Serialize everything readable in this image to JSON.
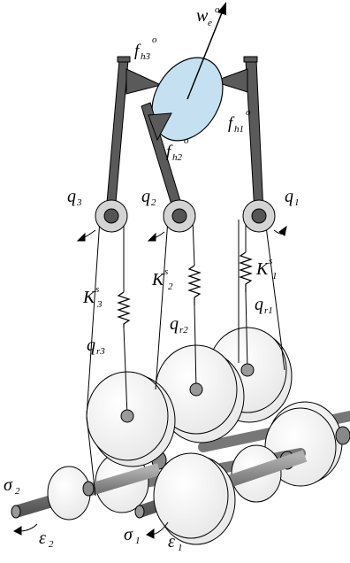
{
  "labels": {
    "we": {
      "base": "w",
      "sub": "e",
      "sup": "o"
    },
    "fh3": {
      "base": "f",
      "sub": "h3",
      "sup": "o"
    },
    "fh1": {
      "base": "f",
      "sub": "h1",
      "sup": "o"
    },
    "fh2": {
      "base": "f",
      "sub": "h2",
      "sup": "o"
    },
    "q3": {
      "base": "q",
      "sub": "3"
    },
    "q2": {
      "base": "q",
      "sub": "2"
    },
    "q1": {
      "base": "q",
      "sub": "1"
    },
    "ks3": {
      "base": "K",
      "sup": "s",
      "sub": "3"
    },
    "ks2": {
      "base": "K",
      "sup": "s",
      "sub": "2"
    },
    "ks1": {
      "base": "K",
      "sup": "s",
      "sub": "1"
    },
    "qr3": {
      "base": "q",
      "sub": "r3"
    },
    "qr2": {
      "base": "q",
      "sub": "r2"
    },
    "qr1": {
      "base": "q",
      "sub": "r1"
    },
    "sigma2": {
      "base": "σ",
      "sub": "2"
    },
    "sigma1": {
      "base": "σ",
      "sub": "1"
    },
    "eps2": {
      "base": "ε",
      "sub": "2"
    },
    "eps1": {
      "base": "ε",
      "sub": "1"
    }
  },
  "colors": {
    "object_fill": "#c5e0f0",
    "finger_fill": "#5a5a5a",
    "joint_outer": "#d4d4d4",
    "joint_inner": "#555555",
    "pulley_fill": "#ffffff",
    "pulley_shade": "#e8e8e8",
    "shaft_fill": "#8a8a8a"
  }
}
